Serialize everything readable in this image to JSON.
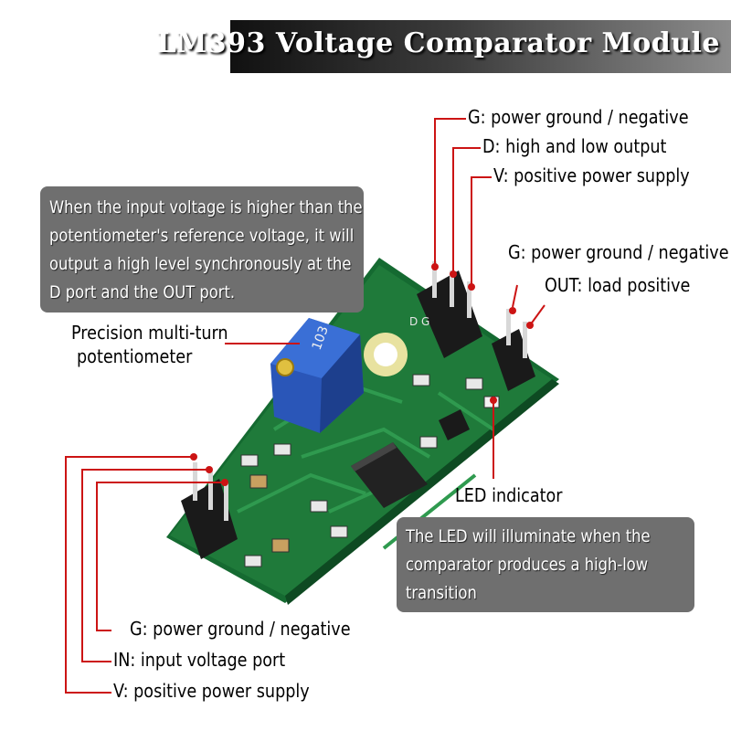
{
  "title": "LM393 Voltage Comparator Module",
  "colors": {
    "line": "#cc1414",
    "box": "#6f6f6f",
    "pcb": "#1f7a3a",
    "potentiometer": "#2a56b8"
  },
  "description_box": {
    "lines": [
      "When the input voltage is higher than the",
      "potentiometer's reference voltage, it will",
      "output a high level synchronously at the",
      "D port and the OUT port."
    ]
  },
  "led_box": {
    "lines": [
      "The LED will illuminate when the",
      "comparator produces a high-low",
      "transition"
    ]
  },
  "labels": {
    "top_g": "G: power ground / negative",
    "top_d": "D: high and low output",
    "top_v": "V: positive power supply",
    "right_g": "G: power ground / negative",
    "right_out": "OUT: load positive",
    "pot_line1": "Precision multi-turn",
    "pot_line2": "potentiometer",
    "led": "LED indicator",
    "bottom_g": "G: power ground / negative",
    "bottom_in": "IN: input voltage port",
    "bottom_v": "V: positive power supply"
  },
  "pcb_text": {
    "pot_marking": "103",
    "pin_letters": "D G"
  }
}
